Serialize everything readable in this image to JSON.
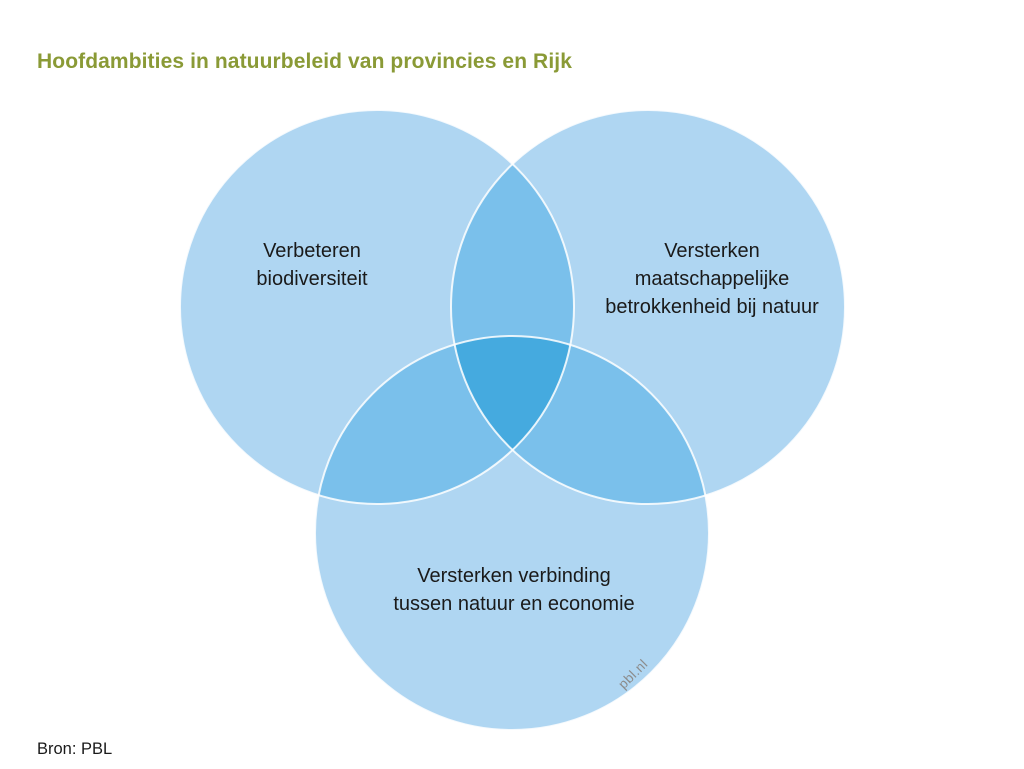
{
  "title": "Hoofdambities in natuurbeleid van provincies en Rijk",
  "source": "Bron: PBL",
  "watermark": "pbl.nl",
  "diagram": {
    "type": "venn",
    "sets": [
      {
        "id": "biodiversiteit",
        "label": "Verbeteren\nbiodiversiteit"
      },
      {
        "id": "betrokkenheid",
        "label": "Versterken\nmaatschappelijke\nbetrokkenheid bij natuur"
      },
      {
        "id": "economie",
        "label": "Versterken verbinding\ntussen natuur en economie"
      }
    ],
    "colors": {
      "single": "#afd6f2",
      "double": "#7ac0eb",
      "triple": "#45aadf",
      "title": "#8a9a36",
      "text": "#1a1a1a",
      "watermark": "#8c8c8c"
    }
  }
}
